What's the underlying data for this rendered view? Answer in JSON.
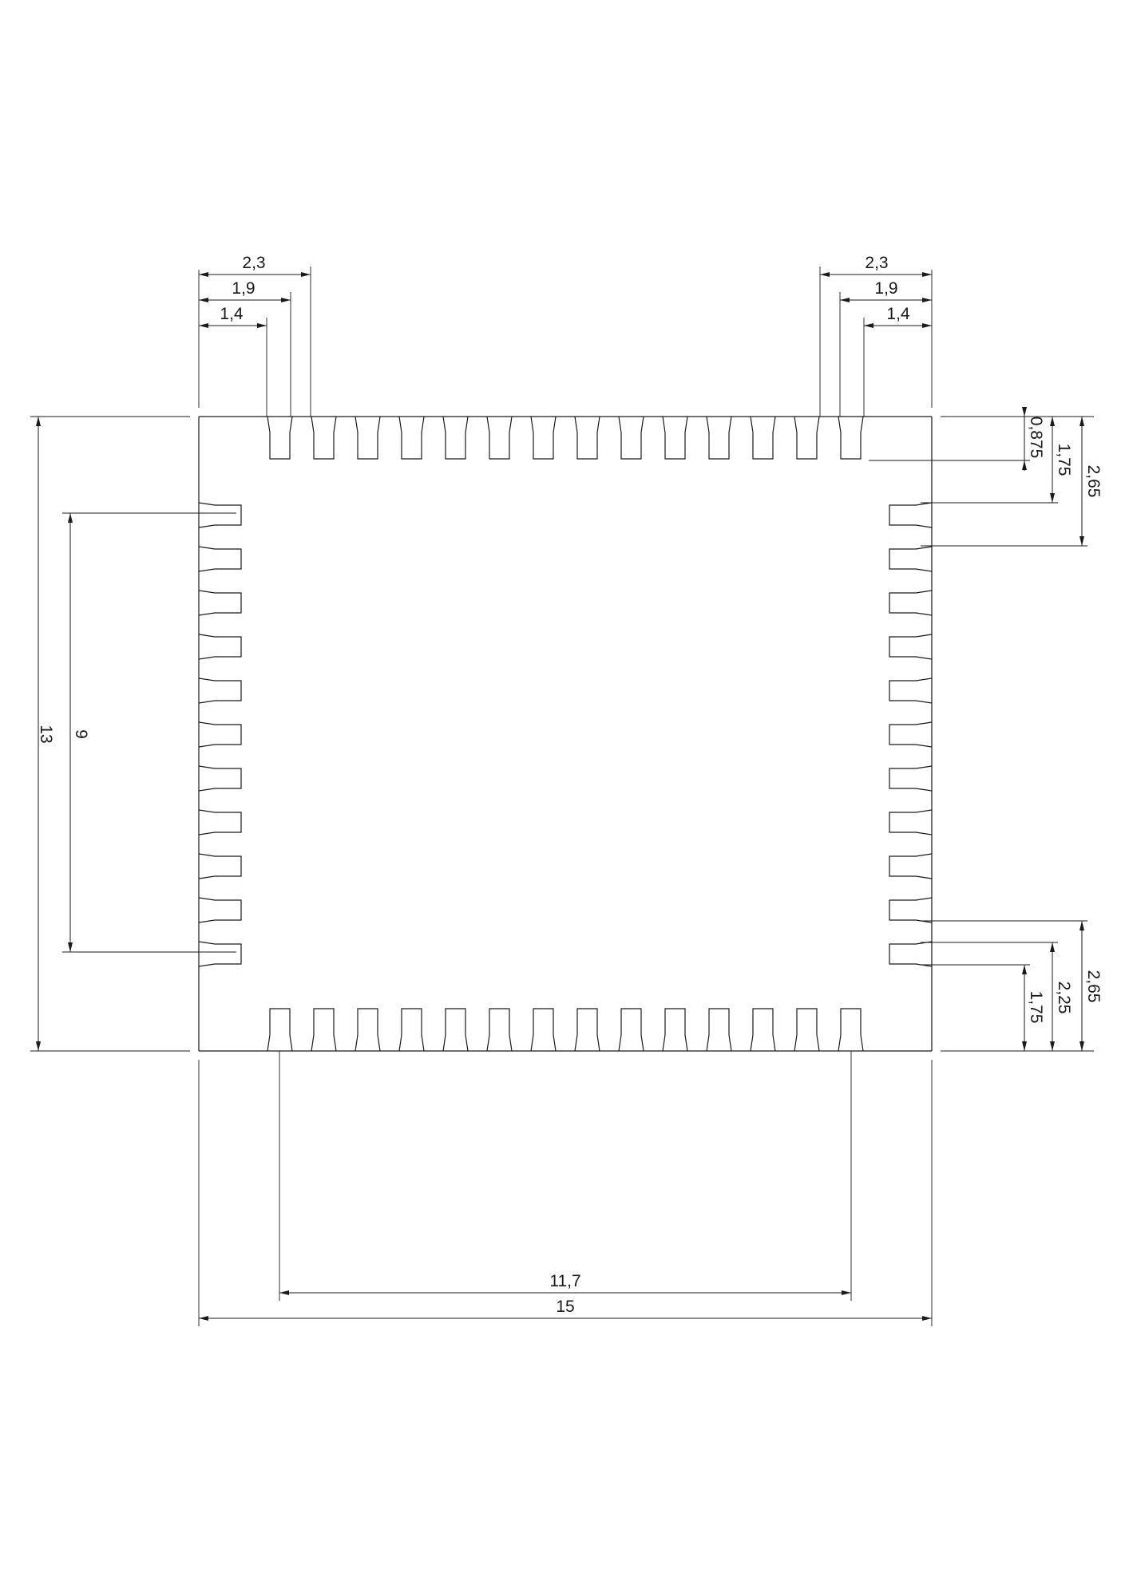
{
  "dimensions": {
    "top_left_2_3": "2,3",
    "top_left_1_9": "1,9",
    "top_left_1_4": "1,4",
    "top_right_2_3": "2,3",
    "top_right_1_9": "1,9",
    "top_right_1_4": "1,4",
    "right_0_875": "0,875",
    "right_top_1_75": "1,75",
    "right_top_2_65": "2,65",
    "right_bottom_1_75": "1,75",
    "right_bottom_2_25": "2,25",
    "right_bottom_2_65": "2,65",
    "left_height_13": "13",
    "left_span_9": "9",
    "bottom_span_11_7": "11,7",
    "bottom_width_15": "15"
  },
  "colors": {
    "stroke": "#1a1a1a",
    "background": "#ffffff"
  }
}
